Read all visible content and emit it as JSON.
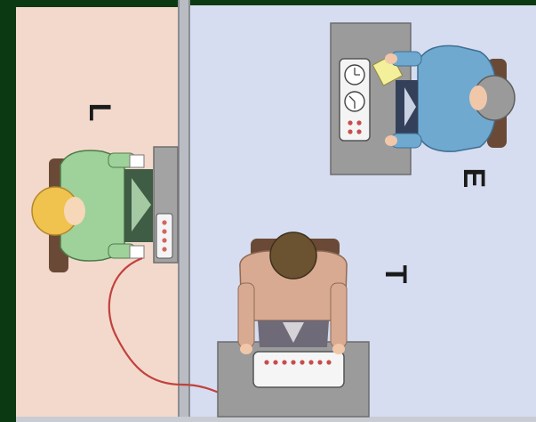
{
  "labels": {
    "learner": "L",
    "experimenter": "E",
    "teacher": "T"
  },
  "colors": {
    "frame_dark_green": "#0b3a12",
    "learner_room": "#f3d9cc",
    "teacher_room": "#d6ddf0",
    "wall_gray": "#b9bcc2",
    "desk_gray": "#9b9b9b",
    "wire_red": "#c2413d",
    "learner_shirt": "#9fd19a",
    "teacher_shirt": "#d7aa91",
    "experimenter_shirt": "#6fa9cf"
  }
}
